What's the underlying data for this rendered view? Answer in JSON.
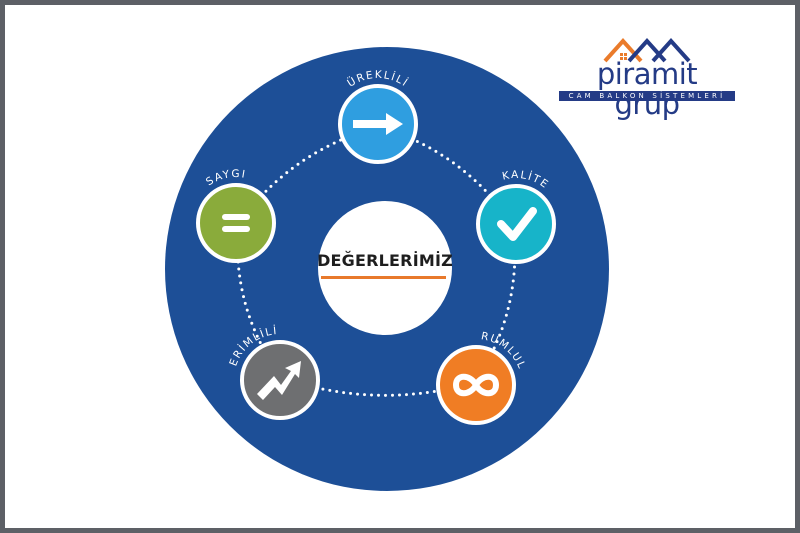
{
  "diagram": {
    "center": {
      "label": "DEĞERLERİMİZ"
    },
    "nodes": [
      {
        "id": "sureklilik",
        "label": "SÜREKLİLİK",
        "color": "#2f9ee0",
        "icon": "arrow-right-icon"
      },
      {
        "id": "kalite",
        "label": "KALİTE",
        "color": "#17b4c9",
        "icon": "checkmark-icon"
      },
      {
        "id": "sorumluluk",
        "label": "SORUMLULUK",
        "color": "#f07d24",
        "icon": "infinity-icon"
      },
      {
        "id": "verimlilik",
        "label": "VERİMLİLİK",
        "color": "#6e6f71",
        "icon": "trend-up-icon"
      },
      {
        "id": "saygi",
        "label": "SAYGI",
        "color": "#8aab3b",
        "icon": "equals-icon"
      }
    ],
    "colors": {
      "ring": "#1d4f97",
      "center": "#ffffff",
      "accent": "#e8792b"
    }
  },
  "logo": {
    "name": "piramit grup",
    "tagline": "CAM BALKON SİSTEMLERİ",
    "colors": {
      "primary": "#243b86",
      "roof_accent": "#ea7b2b"
    }
  }
}
